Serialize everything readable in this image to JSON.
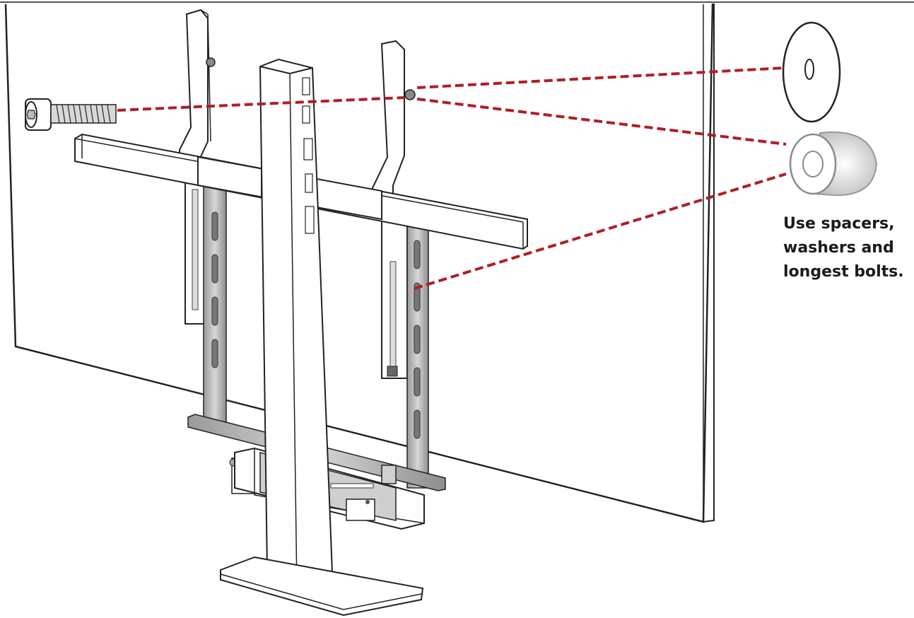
{
  "instruction": {
    "lines": [
      "Use spacers,",
      "washers and",
      "longest bolts."
    ]
  },
  "colors": {
    "leader_line": "#b01e23",
    "outline": "#222222",
    "metal_fill": "#c8c8c8",
    "panel_fill": "#ffffff"
  },
  "icons": {
    "bolt": "hex-socket-bolt-icon",
    "washer": "washer-icon",
    "spacer": "spacer-icon"
  }
}
